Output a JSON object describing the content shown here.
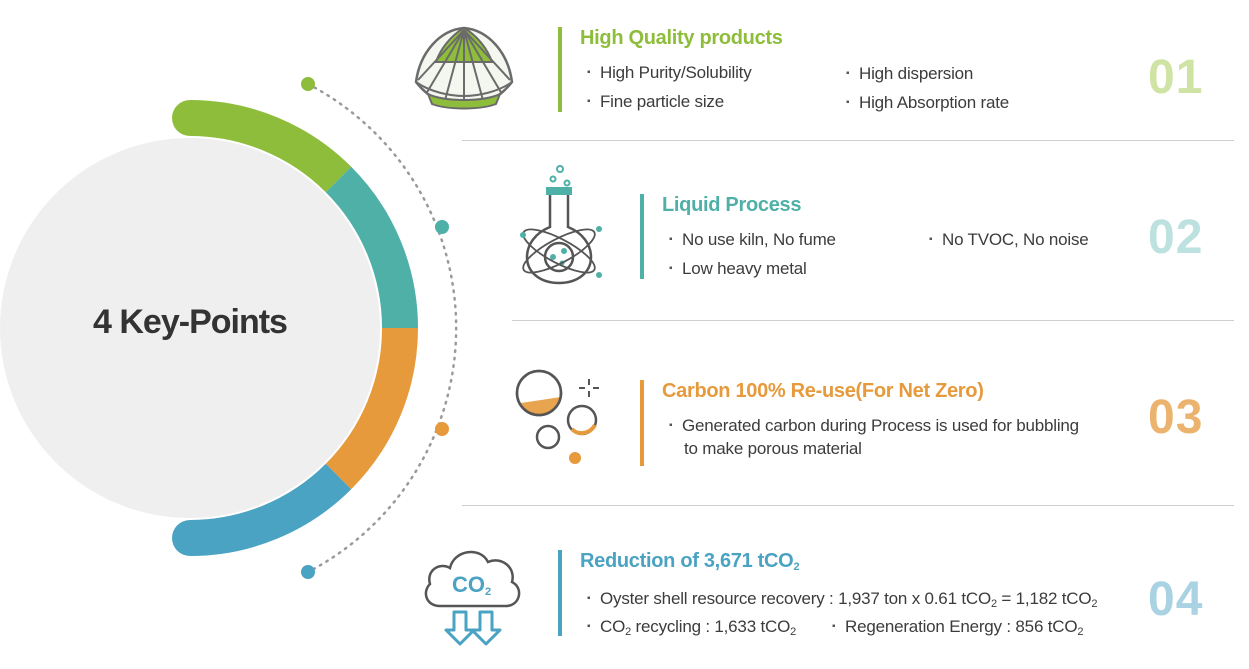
{
  "center_title": "4 Key-Points",
  "colors": {
    "green": "#8dbd3a",
    "teal": "#4fb0a8",
    "orange": "#e69a3c",
    "blue": "#4aa3c2",
    "circle_fill": "#efefef",
    "divider": "#cfcfcf"
  },
  "points": [
    {
      "title": "High Quality products",
      "number": "01",
      "icon": "oyster-shell-icon",
      "bullets": [
        "High Purity/Solubility",
        "Fine particle size",
        "High dispersion",
        "High Absorption rate"
      ]
    },
    {
      "title": "Liquid Process",
      "number": "02",
      "icon": "flask-icon",
      "bullets": [
        "No use kiln, No fume",
        "Low heavy metal",
        "No TVOC, No noise"
      ]
    },
    {
      "title": "Carbon 100% Re-use(For Net Zero)",
      "number": "03",
      "icon": "bubbles-icon",
      "bullets": [
        "Generated carbon during Process is used for bubbling",
        "to make porous material"
      ]
    },
    {
      "title": "Reduction of 3,671 tCO2",
      "number": "04",
      "icon": "co2-cloud-icon",
      "icon_text": "CO2",
      "bullets": [
        "Oyster shell resource recovery : 1,937 ton x 0.61 tCO2 = 1,182 tCO2",
        "CO2 recycling : 1,633 tCO2",
        "Regeneration Energy : 856 tCO2"
      ]
    }
  ]
}
